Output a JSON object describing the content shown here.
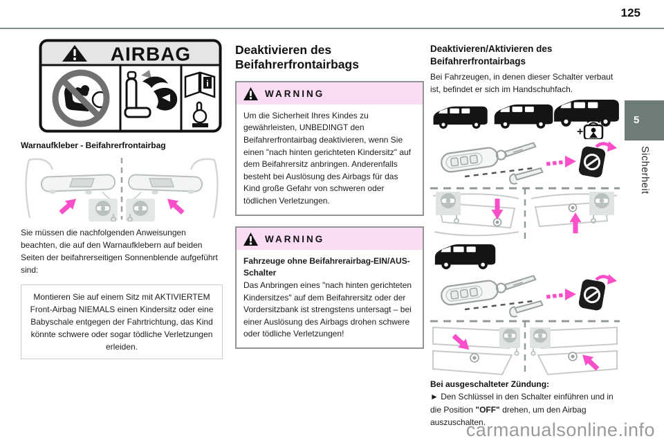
{
  "page": {
    "number": "125",
    "watermark": "carmanualsonline.info"
  },
  "sidebar": {
    "chapter_number": "5",
    "chapter_label": "Sicherheit"
  },
  "colors": {
    "accent_pink": "#fb4fca",
    "warning_header_bg": "#fadcf4",
    "chapter_tab_bg": "#6e7d7a",
    "header_rule": "#808f8c",
    "watermark_gray": "#9a9a9a"
  },
  "left_column": {
    "airbag_label_text": "AIRBAG",
    "airbag_label_info_glyph": "i",
    "caption": "Warnaufkleber - Beifahrerfrontairbag",
    "intro": "Sie müssen die nachfolgenden Anweisungen beachten, die auf den Warnaufklebern auf beiden Seiten der beifahrerseitigen Sonnenblende aufgeführt sind:",
    "note_box": "Montieren Sie auf einem Sitz mit AKTIVIERTEM Front-Airbag NIEMALS einen Kindersitz oder eine Babyschale entgegen der Fahrtrichtung, das Kind könnte schwere oder sogar tödliche Verletzungen erleiden."
  },
  "middle_column": {
    "heading": "Deaktivieren des Beifahrerfrontairbags",
    "warning1": {
      "title": "WARNING",
      "body": "Um die Sicherheit Ihres Kindes zu gewährleisten, UNBEDINGT den Beifahrerfrontairbag deaktivieren, wenn Sie einen \"nach hinten gerichteten Kindersitz\" auf dem Beifahrersitz anbringen. Anderenfalls besteht bei Auslösung des Airbags für das Kind große Gefahr von schweren oder tödlichen Verletzungen."
    },
    "warning2": {
      "title": "WARNING",
      "subtitle": "Fahrzeuge ohne Beifahrerairbag-EIN/AUS-Schalter",
      "body": "Das Anbringen eines \"nach hinten gerichteten Kindersitzes\" auf dem Beifahrersitz oder der Vordersitzbank ist strengstens untersagt – bei einer Auslösung des Airbags drohen schwere oder tödliche Verletzungen!"
    }
  },
  "right_column": {
    "heading": "Deaktivieren/Aktivieren des Beifahrerfrontairbags",
    "intro": "Bei Fahrzeugen, in denen dieser Schalter verbaut ist, befindet er sich im Handschuhfach.",
    "plus_label": "+",
    "footer_title": "Bei ausgeschalteter Zündung:",
    "instruction": {
      "pre": "►  Den Schlüssel in den Schalter einführen und in die Position ",
      "bold": "\"OFF\"",
      "post": " drehen, um den Airbag auszuschalten."
    }
  }
}
